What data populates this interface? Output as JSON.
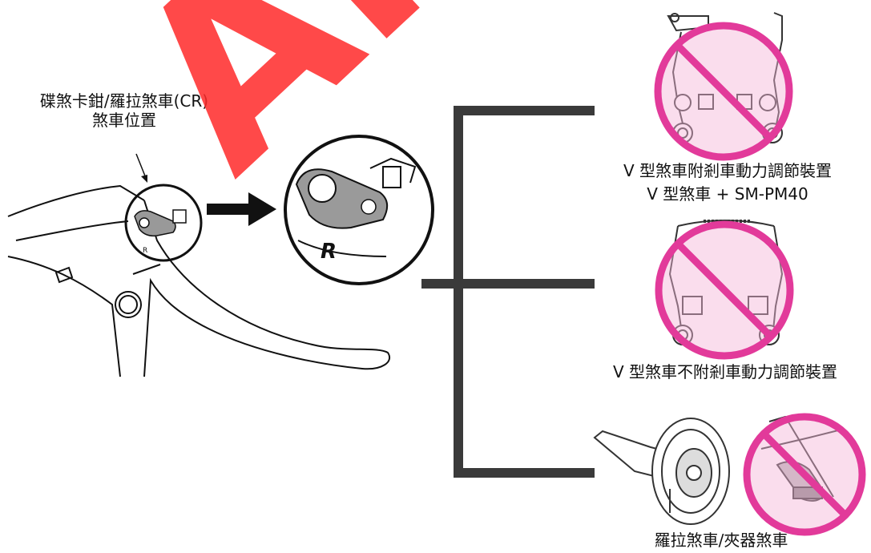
{
  "labels": {
    "caliper_line1": "碟煞卡鉗/羅拉煞車(CR)",
    "caliper_line2": "煞車位置",
    "vbrake_line1": "V 型煞車附剎車動力調節裝置",
    "vbrake_line2": "V 型煞車 + SM-PM40",
    "vbrake_no_mod": "V 型煞車不附剎車動力調節裝置",
    "roller_caliper": "羅拉煞車/夾器煞車"
  },
  "lever_mark": "R",
  "watermark": "ARC",
  "colors": {
    "prohibit": "#e23a9a",
    "prohibit_fill": "#f3b3d8",
    "bracket": "#3a3a3a",
    "watermark": "#ff2a2a"
  }
}
